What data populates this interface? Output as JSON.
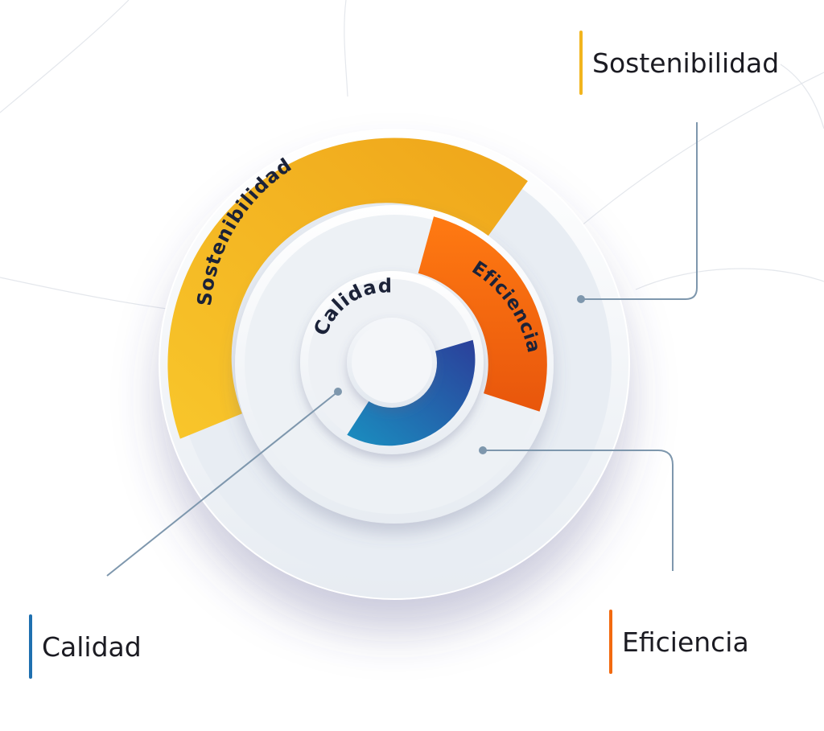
{
  "colors": {
    "sostenibilidad": "#F2B51E",
    "eficiencia": "#F26A10",
    "calidad_start": "#1A8FC0",
    "calidad_end": "#2B3F9A",
    "leader_line": "#7E97AD",
    "arc_text": "#1B2238"
  },
  "diagram": {
    "outer_arc_label": "Sostenibilidad",
    "middle_arc_label": "Eficiencia",
    "inner_arc_label": "Calidad"
  },
  "legend": {
    "sostenibilidad": "Sostenibilidad",
    "eficiencia": "Eficiencia",
    "calidad": "Calidad"
  }
}
